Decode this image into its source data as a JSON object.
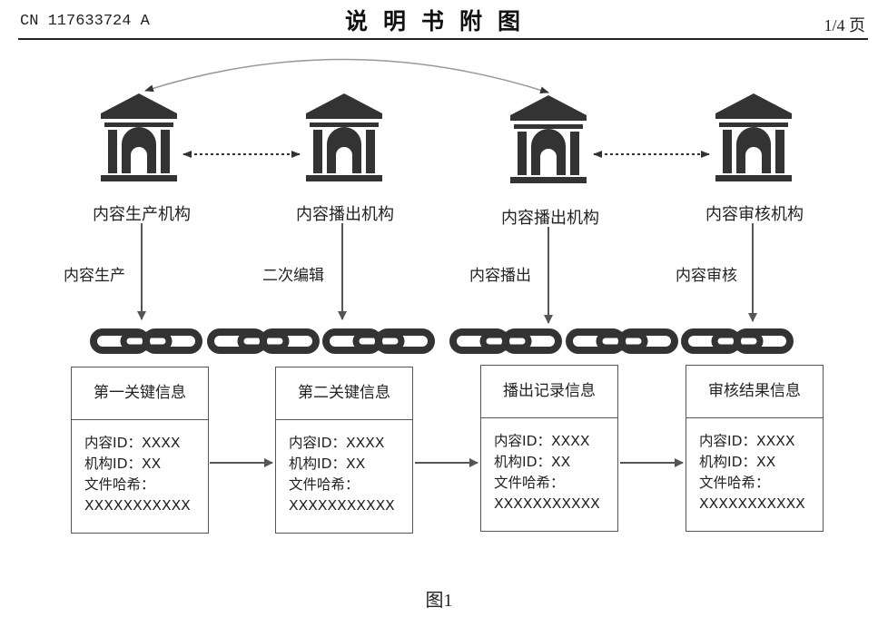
{
  "header": {
    "patent_number": "CN 117633724 A",
    "title": "说明书附图",
    "page": "1/4 页"
  },
  "institutions": [
    {
      "label": "内容生产机构",
      "icon": "institution-building-icon"
    },
    {
      "label": "内容播出机构",
      "icon": "institution-building-icon"
    },
    {
      "label": "内容播出机构",
      "icon": "institution-building-icon"
    },
    {
      "label": "内容审核机构",
      "icon": "institution-building-icon"
    }
  ],
  "edges": [
    {
      "label": "内容生产"
    },
    {
      "label": "二次编辑"
    },
    {
      "label": "内容播出"
    },
    {
      "label": "内容审核"
    }
  ],
  "blocks": [
    {
      "title": "第一关键信息",
      "lines": [
        "内容ID：XXXX",
        "机构ID：XX",
        "文件哈希：",
        "XXXXXXXXXXX"
      ]
    },
    {
      "title": "第二关键信息",
      "lines": [
        "内容ID：XXXX",
        "机构ID：XX",
        "文件哈希：",
        "XXXXXXXXXXX"
      ]
    },
    {
      "title": "播出记录信息",
      "lines": [
        "内容ID：XXXX",
        "机构ID：XX",
        "文件哈希：",
        "XXXXXXXXXXX"
      ]
    },
    {
      "title": "审核结果信息",
      "lines": [
        "内容ID：XXXX",
        "机构ID：XX",
        "文件哈希：",
        "XXXXXXXXXXX"
      ]
    }
  ],
  "chain_icon": "chain-link-icon",
  "caption": "图1",
  "colors": {
    "ink": "#222222",
    "icon": "#333333",
    "arrow": "#555555"
  }
}
